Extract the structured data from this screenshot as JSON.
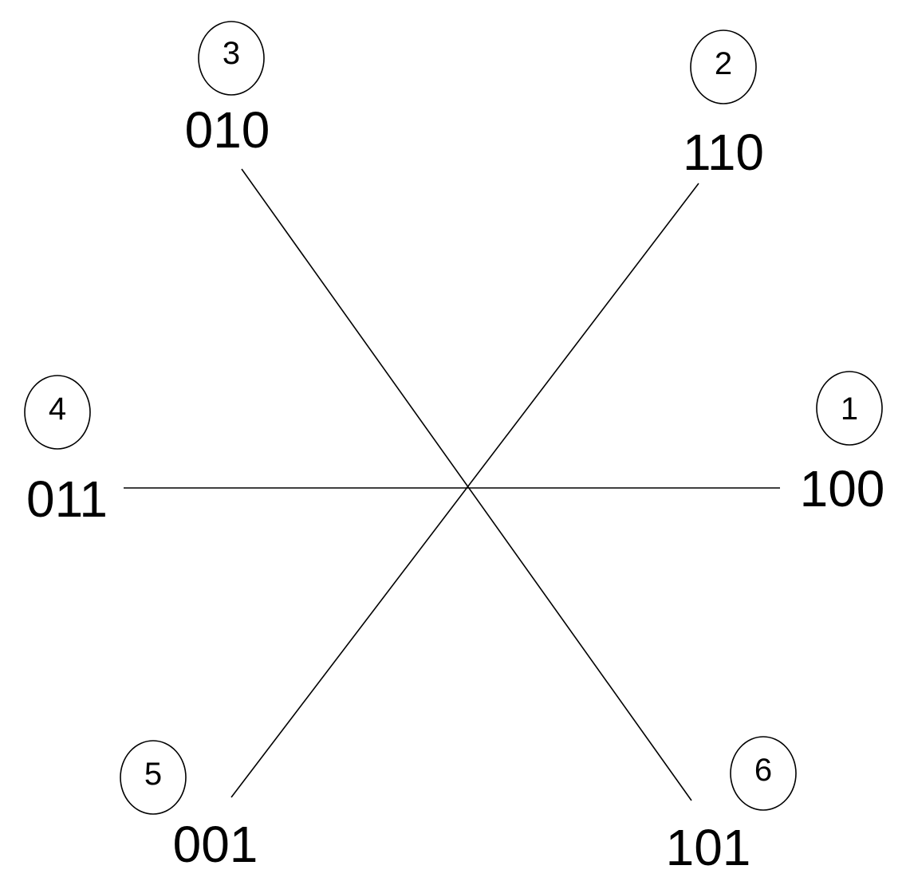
{
  "colors": {
    "line": "#000000",
    "text": "#000000",
    "background": "#ffffff"
  },
  "vectors": [
    {
      "number": "1",
      "code": "100"
    },
    {
      "number": "2",
      "code": "110"
    },
    {
      "number": "3",
      "code": "010"
    },
    {
      "number": "4",
      "code": "011"
    },
    {
      "number": "5",
      "code": "001"
    },
    {
      "number": "6",
      "code": "101"
    }
  ]
}
